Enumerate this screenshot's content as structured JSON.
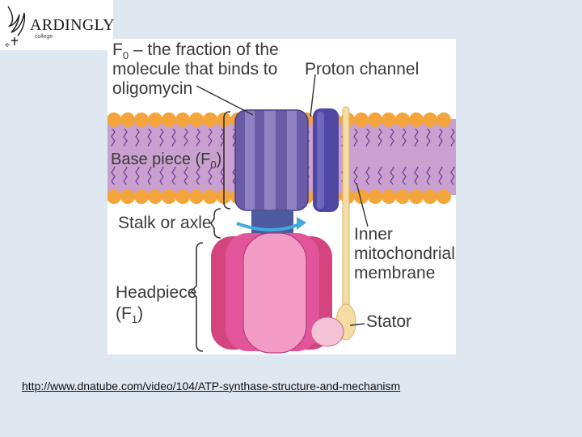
{
  "logo": {
    "name": "ARDINGLY",
    "sub": "college"
  },
  "diagram": {
    "labels": {
      "f0_fraction": "the fraction of the",
      "f0_line2": "molecule that binds to",
      "f0_line3": "oligomycin",
      "proton_channel": "Proton channel",
      "base_piece": "Base piece (F",
      "stalk": "Stalk or axle",
      "inner_line1": "Inner",
      "inner_line2": "mitochondrial",
      "inner_line3": "membrane",
      "headpiece_line1": "Headpiece",
      "headpiece_line2": "(F",
      "stator": "Stator"
    },
    "colors": {
      "membrane_band": "#c9a0cf",
      "lipid_head": "#f3a53c",
      "f0_subunit": "#6b5aa6",
      "f1_subunit": "#e2559a",
      "stator": "#f5dca5"
    }
  },
  "source_url": "http://www.dnatube.com/video/104/ATP-synthase-structure-and-mechanism"
}
